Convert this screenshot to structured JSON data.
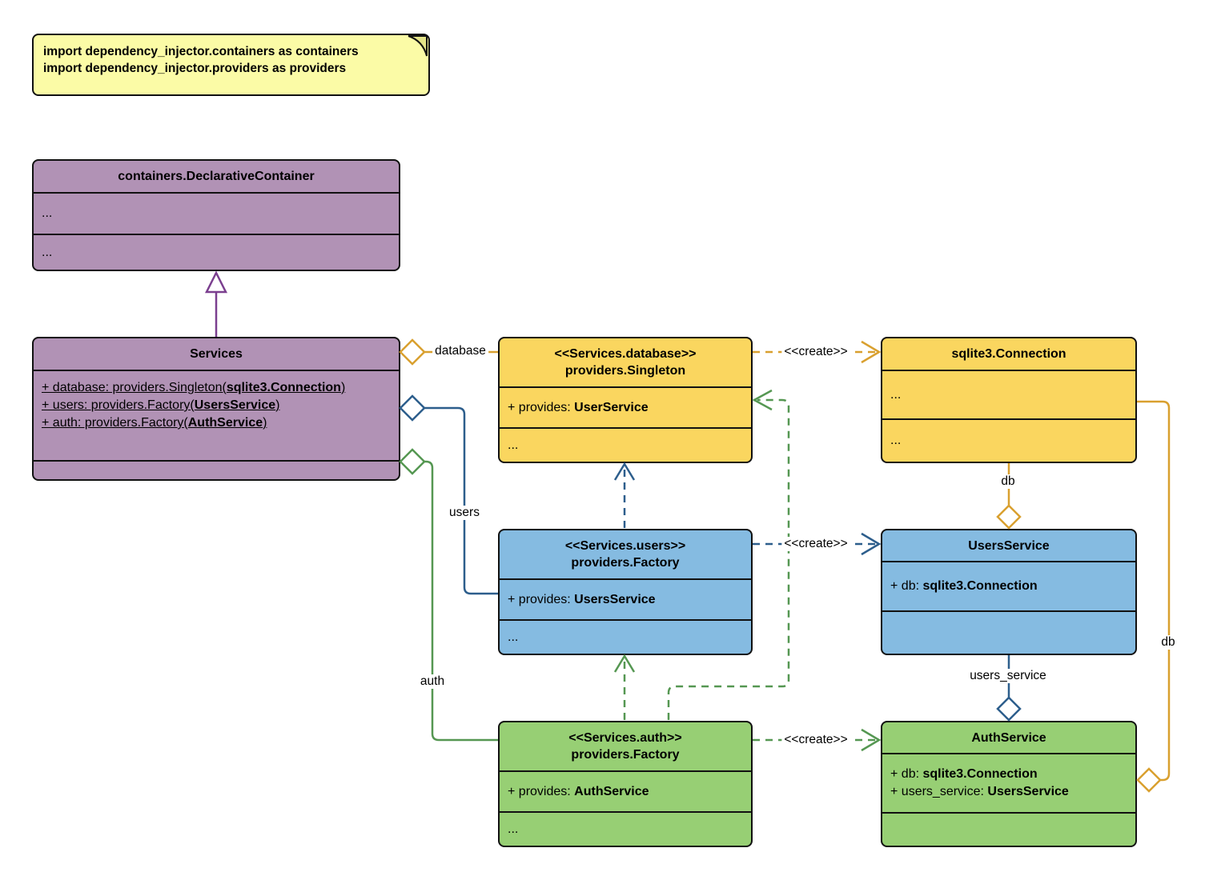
{
  "note": {
    "line1": "import dependency_injector.containers as containers",
    "line2": "import dependency_injector.providers as providers"
  },
  "classes": {
    "declarative_container": {
      "title": "containers.DeclarativeContainer",
      "attrs_ellipsis": "...",
      "methods_ellipsis": "..."
    },
    "services": {
      "title": "Services",
      "attr1": {
        "pre": "+ database: providers.Singleton(",
        "bold": "sqlite3.Connection",
        "post": ")"
      },
      "attr2": {
        "pre": "+ users: providers.Factory(",
        "bold": "UsersService",
        "post": ")"
      },
      "attr3": {
        "pre": "+ auth: providers.Factory(",
        "bold": "AuthService",
        "post": ")"
      }
    },
    "database_singleton": {
      "stereotype": "<<Services.database>>",
      "title": "providers.Singleton",
      "attr": {
        "pre": "+ provides: ",
        "bold": "UserService"
      },
      "methods_ellipsis": "..."
    },
    "sqlite3_connection": {
      "title": "sqlite3.Connection",
      "attrs_ellipsis": "...",
      "methods_ellipsis": "..."
    },
    "users_factory": {
      "stereotype": "<<Services.users>>",
      "title": "providers.Factory",
      "attr": {
        "pre": "+ provides: ",
        "bold": "UsersService"
      },
      "methods_ellipsis": "..."
    },
    "users_service": {
      "title": "UsersService",
      "attr": {
        "pre": "+ db: ",
        "bold": "sqlite3.Connection"
      }
    },
    "auth_factory": {
      "stereotype": "<<Services.auth>>",
      "title": "providers.Factory",
      "attr": {
        "pre": "+ provides: ",
        "bold": "AuthService"
      },
      "methods_ellipsis": "..."
    },
    "auth_service": {
      "title": "AuthService",
      "attr1": {
        "pre": "+ db: ",
        "bold": "sqlite3.Connection"
      },
      "attr2": {
        "pre": "+ users_service: ",
        "bold": "UsersService"
      }
    }
  },
  "edge_labels": {
    "database": "database",
    "users": "users",
    "auth": "auth",
    "create_database": "<<create>>",
    "create_users": "<<create>>",
    "create_auth": "<<create>>",
    "db_users": "db",
    "users_service": "users_service",
    "db_auth": "db"
  },
  "colors": {
    "purple_fill": "#B192B5",
    "purple_line": "#7B3F8F",
    "yellow_fill": "#FAD65F",
    "yellow_line": "#D9A02F",
    "blue_fill": "#85BBE1",
    "blue_line": "#2D5E8C",
    "green_fill": "#97CF74",
    "green_line": "#559752",
    "note_fill": "#FBFBA6"
  }
}
